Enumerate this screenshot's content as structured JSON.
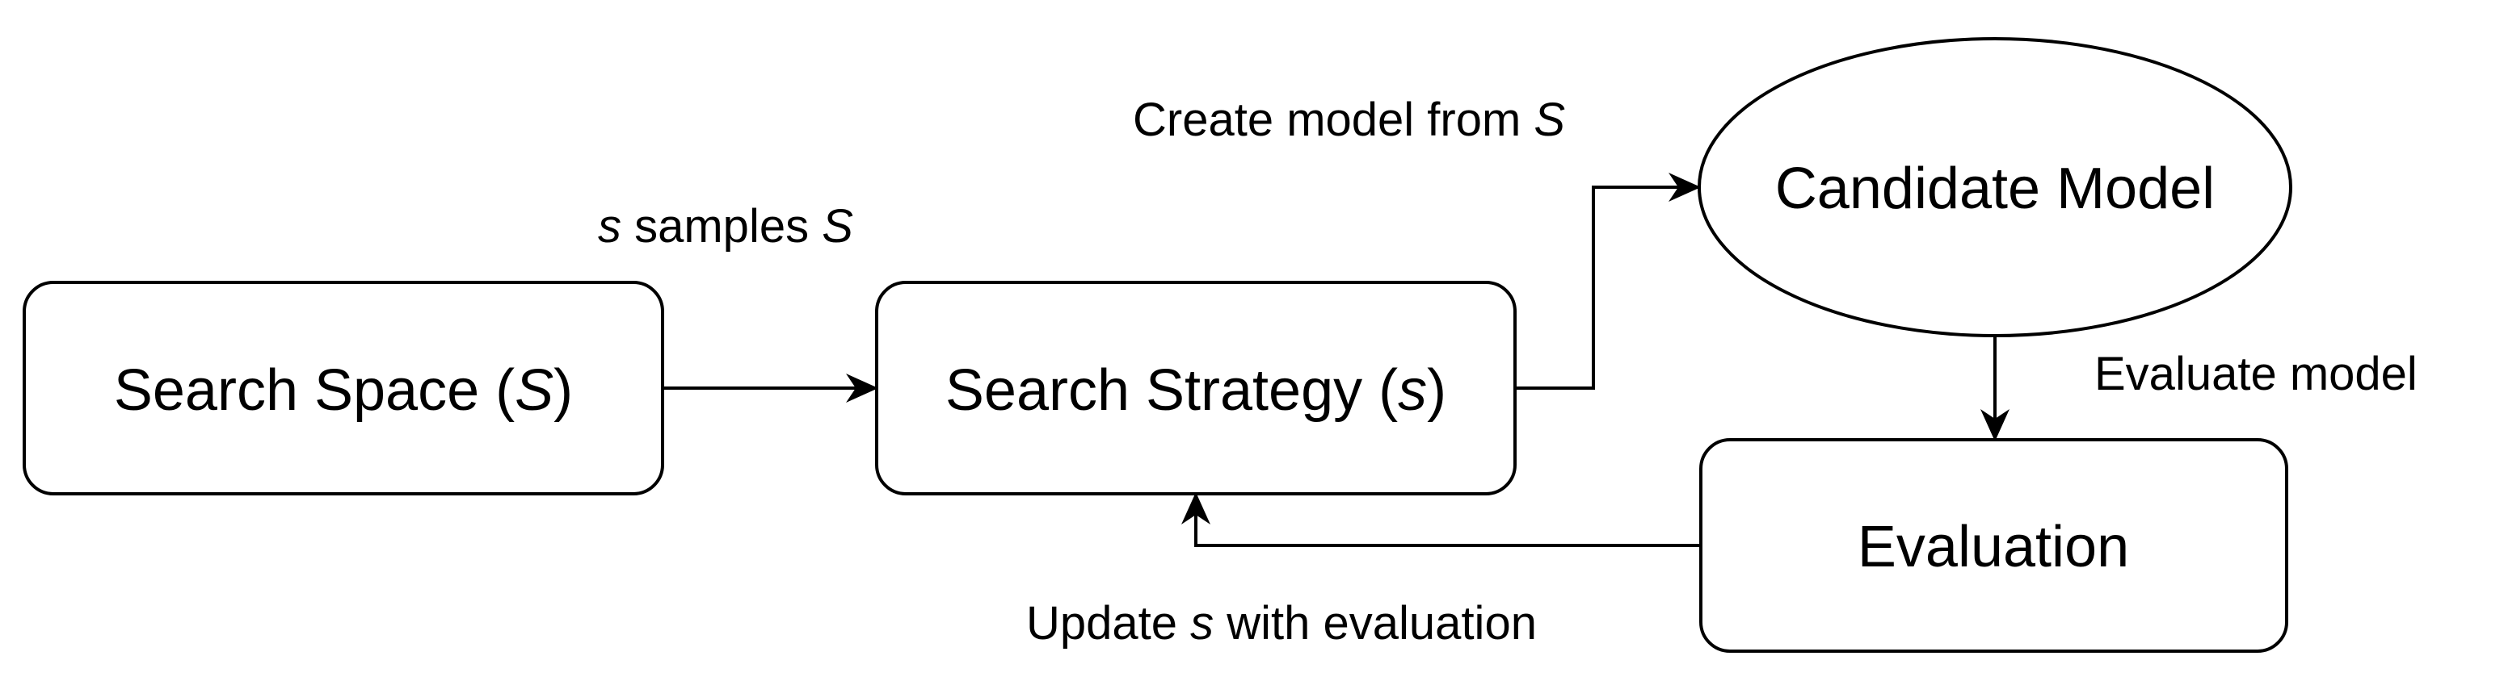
{
  "nodes": {
    "search_space": {
      "text": "Search Space (",
      "var": "S",
      "close": ")"
    },
    "search_strategy": {
      "text": "Search Strategy (",
      "var": "s",
      "close": ")"
    },
    "candidate_model": {
      "text": "Candidate Model"
    },
    "evaluation": {
      "text": "Evaluation"
    }
  },
  "edges": {
    "samples": {
      "var1": "s",
      "mid": " samples ",
      "var2": "S"
    },
    "create": {
      "text": "Create model from ",
      "var": "S"
    },
    "evaluate": {
      "text": "Evaluate model"
    },
    "update": {
      "text1": "Update ",
      "var": "s",
      "text2": " with evaluation"
    }
  },
  "colors": {
    "stroke": "#000000",
    "fill": "#ffffff",
    "text": "#000000"
  }
}
